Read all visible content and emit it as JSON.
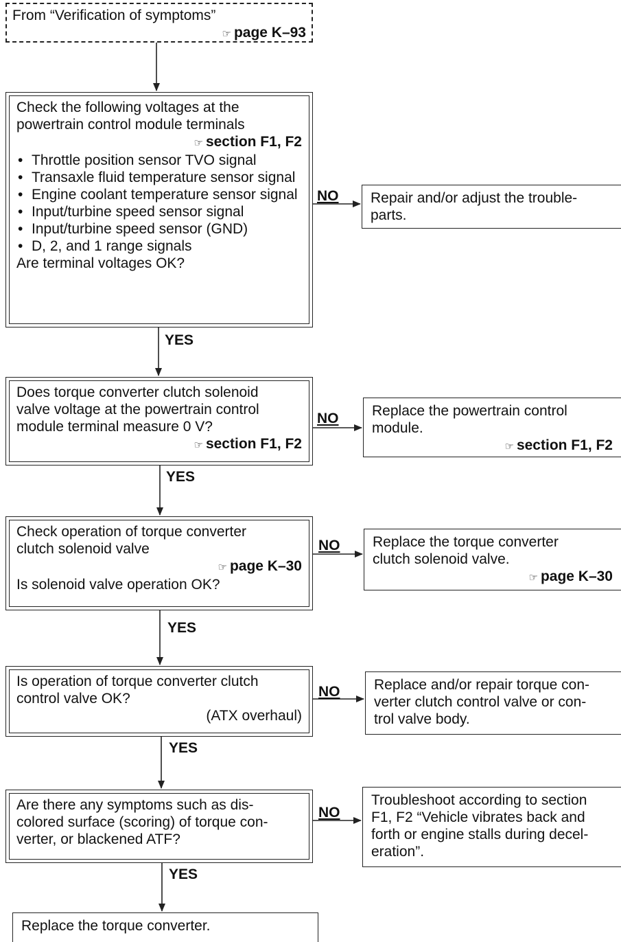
{
  "start": {
    "text": "From “Verification of symptoms”",
    "ref_icon": "pointing-hand-icon",
    "ref": "page K–93"
  },
  "steps": [
    {
      "lines": [
        "Check the following voltages at the",
        "powertrain control module terminals"
      ],
      "ref_icon": "pointing-hand-icon",
      "ref": "section F1, F2",
      "bullets": [
        "Throttle position sensor TVO signal",
        "Transaxle fluid temperature sensor signal",
        "Engine coolant temperature sensor signal",
        "Input/turbine speed sensor signal",
        "Input/turbine speed sensor (GND)",
        "D, 2, and 1 range signals"
      ],
      "question": "Are terminal voltages OK?",
      "no_label": "NO",
      "yes_label": "YES",
      "no_action": {
        "lines": [
          "Repair and/or adjust the trouble-",
          "parts."
        ]
      }
    },
    {
      "lines": [
        "Does torque converter clutch solenoid",
        "valve voltage at the powertrain control",
        "module terminal measure 0 V?"
      ],
      "ref_icon": "pointing-hand-icon",
      "ref": "section F1, F2",
      "no_label": "NO",
      "yes_label": "YES",
      "no_action": {
        "lines": [
          "Replace the powertrain control",
          "module."
        ],
        "ref_icon": "pointing-hand-icon",
        "ref": "section F1, F2"
      }
    },
    {
      "lines": [
        "Check operation of torque converter",
        "clutch solenoid valve"
      ],
      "ref_icon": "pointing-hand-icon",
      "ref": "page K–30",
      "question": "Is solenoid valve operation OK?",
      "no_label": "NO",
      "yes_label": "YES",
      "no_action": {
        "lines": [
          "Replace the torque converter",
          "clutch solenoid valve."
        ],
        "ref_icon": "pointing-hand-icon",
        "ref": "page K–30"
      }
    },
    {
      "lines": [
        "Is operation of torque converter clutch",
        "control valve OK?"
      ],
      "note": "(ATX overhaul)",
      "no_label": "NO",
      "yes_label": "YES",
      "no_action": {
        "lines": [
          "Replace and/or repair torque con-",
          "verter clutch control valve or con-",
          "trol valve body."
        ]
      }
    },
    {
      "lines": [
        "Are there any symptoms such as dis-",
        "colored surface (scoring) of torque con-",
        "verter, or blackened ATF?"
      ],
      "no_label": "NO",
      "yes_label": "YES",
      "no_action": {
        "lines": [
          "Troubleshoot according to section",
          "F1, F2 “Vehicle vibrates back and",
          "forth or engine stalls during decel-",
          "eration”."
        ]
      }
    }
  ],
  "final": {
    "text": "Replace the torque converter."
  }
}
